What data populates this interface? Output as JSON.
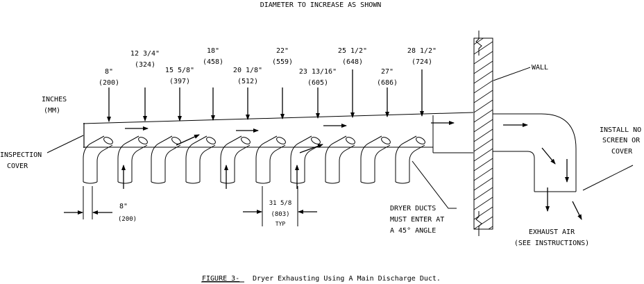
{
  "header_note": "DIAMETER TO INCREASE AS SHOWN",
  "units_label": {
    "line1": "INCHES",
    "line2": "(MM)"
  },
  "diameters": [
    {
      "in": "8\"",
      "mm": "(200)"
    },
    {
      "in": "12 3/4\"",
      "mm": "(324)"
    },
    {
      "in": "15 5/8\"",
      "mm": "(397)"
    },
    {
      "in": "18\"",
      "mm": "(458)"
    },
    {
      "in": "20 1/8\"",
      "mm": "(512)"
    },
    {
      "in": "22\"",
      "mm": "(559)"
    },
    {
      "in": "23 13/16\"",
      "mm": "(605)"
    },
    {
      "in": "25 1/2\"",
      "mm": "(648)"
    },
    {
      "in": "27\"",
      "mm": "(686)"
    },
    {
      "in": "28 1/2\"",
      "mm": "(724)"
    }
  ],
  "labels": {
    "wall": "WALL",
    "inspection_cover": {
      "line1": "INSPECTION",
      "line2": "COVER"
    },
    "install_note": {
      "line1": "INSTALL NO",
      "line2": "SCREEN OR",
      "line3": "COVER"
    },
    "dryer_ducts": {
      "line1": "DRYER DUCTS",
      "line2": "MUST ENTER AT",
      "line3": "A 45° ANGLE"
    },
    "exhaust_air": {
      "line1": "EXHAUST AIR",
      "line2": "(SEE INSTRUCTIONS)"
    }
  },
  "dimensions": {
    "inlet_width": {
      "in": "8\"",
      "mm": "(200)"
    },
    "spacing": {
      "in": "31 5/8",
      "mm": "(803)",
      "note": "TYP"
    }
  },
  "caption": {
    "figure": "FIGURE 3-",
    "text": "Dryer Exhausting Using A Main Discharge Duct."
  }
}
